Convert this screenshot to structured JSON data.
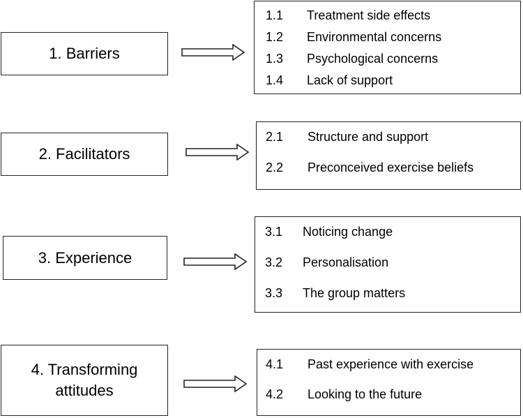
{
  "themes": [
    {
      "label": "1.  Barriers",
      "subthemes": [
        {
          "num": "1.1",
          "text": "Treatment side effects"
        },
        {
          "num": "1.2",
          "text": "Environmental concerns"
        },
        {
          "num": "1.3",
          "text": "Psychological concerns"
        },
        {
          "num": "1.4",
          "text": "Lack of support"
        }
      ]
    },
    {
      "label": "2. Facilitators",
      "subthemes": [
        {
          "num": "2.1",
          "text": "Structure and support"
        },
        {
          "num": "2.2",
          "text": "Preconceived exercise beliefs"
        }
      ]
    },
    {
      "label": "3. Experience",
      "subthemes": [
        {
          "num": "3.1",
          "text": "Noticing change"
        },
        {
          "num": "3.2",
          "text": "Personalisation"
        },
        {
          "num": "3.3",
          "text": "The group matters"
        }
      ]
    },
    {
      "label": "4. Transforming\nattitudes",
      "subthemes": [
        {
          "num": "4.1",
          "text": "Past experience with exercise"
        },
        {
          "num": "4.2",
          "text": "Looking to the future"
        }
      ]
    }
  ]
}
